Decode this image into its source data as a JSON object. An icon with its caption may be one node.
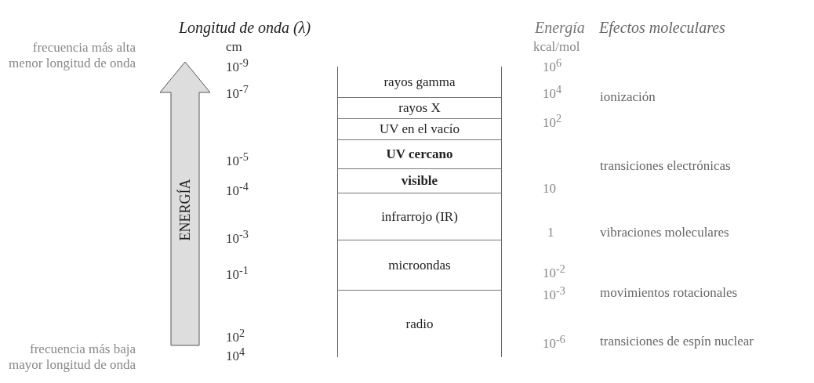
{
  "diagram": {
    "nodes": [
      {
        "text": [
          "ENERGÍA"
        ]
      },
      {
        "text": [
          "rayos gamma"
        ]
      },
      {
        "text": [
          "rayos X"
        ]
      },
      {
        "text": [
          "UV en el vacío"
        ]
      },
      {
        "text": [
          "UV cercano"
        ]
      },
      {
        "text": [
          "visible"
        ]
      },
      {
        "text": [
          "infrarrojo (IR)"
        ]
      },
      {
        "text": [
          "microondas"
        ]
      },
      {
        "text": [
          "radio"
        ]
      }
    ],
    "labels": [
      "Longitud de onda (λ)",
      "Energía",
      "Efectos moleculares",
      "frecuencia más alta menor longitud de onda",
      "cm",
      "kcal/mol",
      "10$^{-9}$",
      "10$^{6}$",
      "10$^{-7}$",
      "10$^{4}$",
      "ionización",
      "10$^{2}$",
      "10$^{-5}$",
      "transiciones electrónicas",
      "10$^{-4}$",
      "10",
      "10$^{-3}$",
      "1",
      "vibraciones moleculares",
      "10$^{-1}$",
      "10$^{-2}$",
      "10$^{-3}$",
      "movimientos rotacionales",
      "10$^{2}$",
      "frecuencia más baja mayor longitud de onda",
      "10$^{-6}$",
      "transiciones de espín nuclear",
      "10$^{4}$"
    ]
  }
}
